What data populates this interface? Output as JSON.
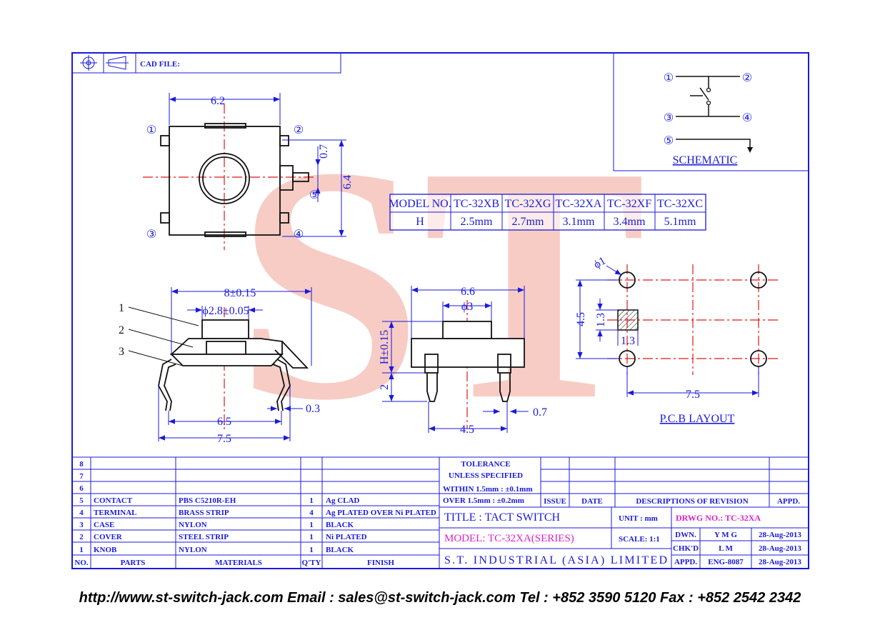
{
  "header": {
    "cad_file": "CAD FILE:"
  },
  "watermark": {
    "letters": "ST",
    "color": "#f4b8b0"
  },
  "dims": {
    "top_width": "6.2",
    "top_height": "6.4",
    "top_small": "0.7",
    "side_len": "8±0.15",
    "side_dia": "ϕ2.8±0.05",
    "side_pitch": "6.5",
    "side_total": "7.5",
    "side_lead": "0.3",
    "front_width": "6.6",
    "front_dia": "ϕ3",
    "front_h": "H±0.15",
    "front_leg": "2",
    "front_pitch": "4.5",
    "front_lead": "0.7",
    "pcb_dia": "ϕ1",
    "pcb_h": "4.5",
    "pcb_sq": "1.3",
    "pcb_sqw": "1.3",
    "pcb_w": "7.5"
  },
  "pins": [
    "①",
    "②",
    "③",
    "④",
    "⑤"
  ],
  "callouts": [
    "1",
    "2",
    "3"
  ],
  "schematic": {
    "label": "SCHEMATIC"
  },
  "pcb_label": "P.C.B LAYOUT",
  "model_table": {
    "header": [
      "MODEL NO.",
      "TC-32XB",
      "TC-32XG",
      "TC-32XA",
      "TC-32XF",
      "TC-32XC"
    ],
    "row": [
      "H",
      "2.5mm",
      "2.7mm",
      "3.1mm",
      "3.4mm",
      "5.1mm"
    ]
  },
  "bom": {
    "row_numbers": [
      "8",
      "7",
      "6"
    ],
    "rows": [
      {
        "no": "5",
        "part": "CONTACT",
        "material": "PBS C5210R-EH",
        "qty": "1",
        "finish": "Ag CLAD"
      },
      {
        "no": "4",
        "part": "TERMINAL",
        "material": "BRASS STRIP",
        "qty": "4",
        "finish": "Ag PLATED OVER Ni PLATED"
      },
      {
        "no": "3",
        "part": "CASE",
        "material": "NYLON",
        "qty": "1",
        "finish": "BLACK"
      },
      {
        "no": "2",
        "part": "COVER",
        "material": "STEEL STRIP",
        "qty": "1",
        "finish": "Ni PLATED"
      },
      {
        "no": "1",
        "part": "KNOB",
        "material": "NYLON",
        "qty": "1",
        "finish": "BLACK"
      }
    ],
    "footer": [
      "NO.",
      "PARTS",
      "MATERIALS",
      "Q'TY",
      "FINISH"
    ]
  },
  "tolerance": {
    "line1": "TOLERANCE",
    "line2": "UNLESS   SPECIFIED",
    "line3": "WITHIN  1.5mm : ±0.1mm",
    "line4": "OVER    1.5mm : ±0.2mm"
  },
  "revision": {
    "issue": "ISSUE",
    "date": "DATE",
    "desc": "DESCRIPTIONS OF REVISION",
    "appd": "APPD."
  },
  "title_block": {
    "title": "TITLE : TACT SWITCH",
    "unit": "UNIT :   mm",
    "drwg": "DRWG NO.: TC-32XA",
    "model": "MODEL: TC-32XA(SERIES)",
    "scale": "SCALE:   1:1",
    "company": "S.T. INDUSTRIAL (ASIA) LIMITED",
    "dwn_label": "DWN.",
    "dwn": "Y M G",
    "dwn_date": "28-Aug-2013",
    "chk_label": "CHK'D",
    "chk": "L M",
    "chk_date": "28-Aug-2013",
    "appd_label": "APPD.",
    "appd": "ENG-8087",
    "appd_date": "28-Aug-2013"
  },
  "footer_text": "http://www.st-switch-jack.com  Email : sales@st-switch-jack.com  Tel : +852 3590 5120  Fax : +852 2542 2342"
}
